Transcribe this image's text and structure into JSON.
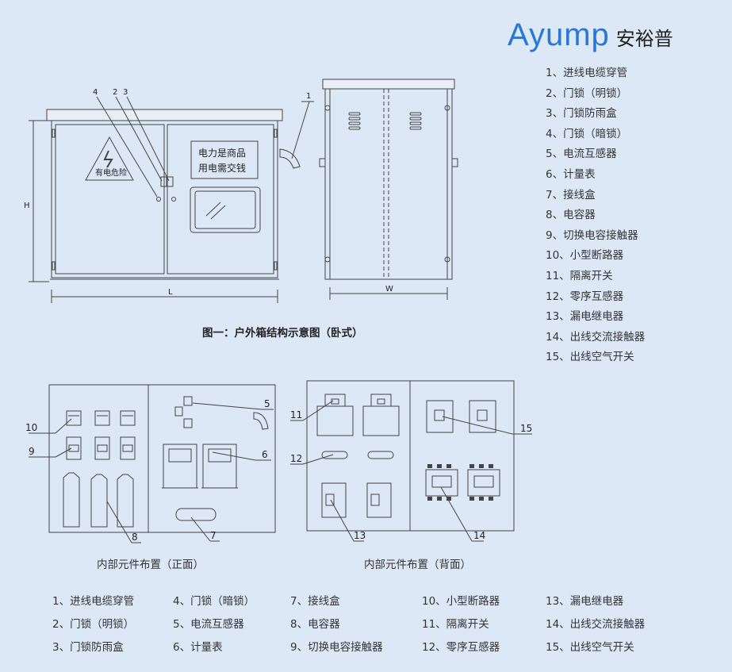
{
  "brand": {
    "name_en": "Ayump",
    "name_cn": "安裕普"
  },
  "legend": [
    "1、进线电缆穿管",
    "2、门锁（明锁）",
    "3、门锁防雨盒",
    "4、门锁（暗锁）",
    "5、电流互感器",
    "6、计量表",
    "7、接线盒",
    "8、电容器",
    "9、切换电容接触器",
    "10、小型断路器",
    "11、隔离开关",
    "12、零序互感器",
    "13、漏电继电器",
    "14、出线交流接触器",
    "15、出线空气开关"
  ],
  "figure": {
    "caption": "图一：户外箱结构示意图（卧式）",
    "front_view": {
      "warning_text": "有电危险",
      "sign_line1": "电力是商品",
      "sign_line2": "用电需交钱",
      "dim_height": "H",
      "dim_length": "L",
      "callouts": [
        "1",
        "2",
        "3",
        "4"
      ]
    },
    "side_view": {
      "dim_width": "W"
    }
  },
  "internal": {
    "front_caption": "内部元件布置（正面）",
    "back_caption": "内部元件布置（背面）",
    "front_callouts": [
      "5",
      "6",
      "7",
      "8",
      "9",
      "10"
    ],
    "back_callouts": [
      "11",
      "12",
      "13",
      "14",
      "15"
    ]
  },
  "bottom_legend": {
    "col1": [
      "1、进线电缆穿管",
      "2、门锁（明锁）",
      "3、门锁防雨盒"
    ],
    "col2": [
      "4、门锁（暗锁）",
      "5、电流互感器",
      "6、计量表"
    ],
    "col3": [
      "7、接线盒",
      "8、电容器",
      "9、切换电容接触器"
    ],
    "col4": [
      "10、小型断路器",
      "11、隔离开关",
      "12、零序互感器"
    ],
    "col5": [
      "13、漏电继电器",
      "14、出线交流接触器",
      "15、出线空气开关"
    ]
  }
}
